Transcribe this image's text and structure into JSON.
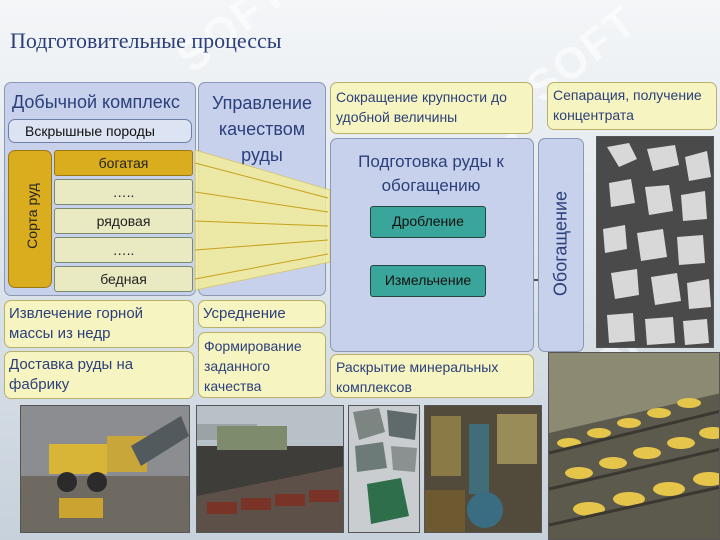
{
  "title": "Подготовительные процессы",
  "watermark": "SOFT",
  "mining": {
    "heading": "Добычной комплекс",
    "overburden": "Вскрышные породы",
    "grades_label": "Сорта руд",
    "grades": [
      "богатая",
      "…..",
      "рядовая",
      "…..",
      "бедная"
    ]
  },
  "quality_management": "Управление качеством руды",
  "size_reduction": "Сокращение крупности до удобной величины",
  "separation": "Сепарация, получение концентрата",
  "ore_preparation": {
    "heading": "Подготовка руды к обогащению",
    "crushing": "Дробление",
    "grinding": "Измельчение"
  },
  "beneficiation": "Обогащение",
  "extraction": "Извлечение горной массы из недр",
  "delivery": "Доставка руды на фабрику",
  "averaging": "Усреднение",
  "forming_quality": "Формирование заданного качества",
  "mineral_liberation": "Раскрытие минеральных комплексов",
  "colors": {
    "accent_blue": "#2b3f7a",
    "teal": "#3aa59a",
    "gold": "#d9ad1e",
    "panel_blue": "#c7d1ec",
    "panel_yellow": "#f6f4c0"
  },
  "images": [
    "mining-site-photo",
    "ore-trains-photo",
    "ore-samples-photo",
    "processing-plant-photo",
    "flotation-hall-photo",
    "mineral-micrograph"
  ]
}
